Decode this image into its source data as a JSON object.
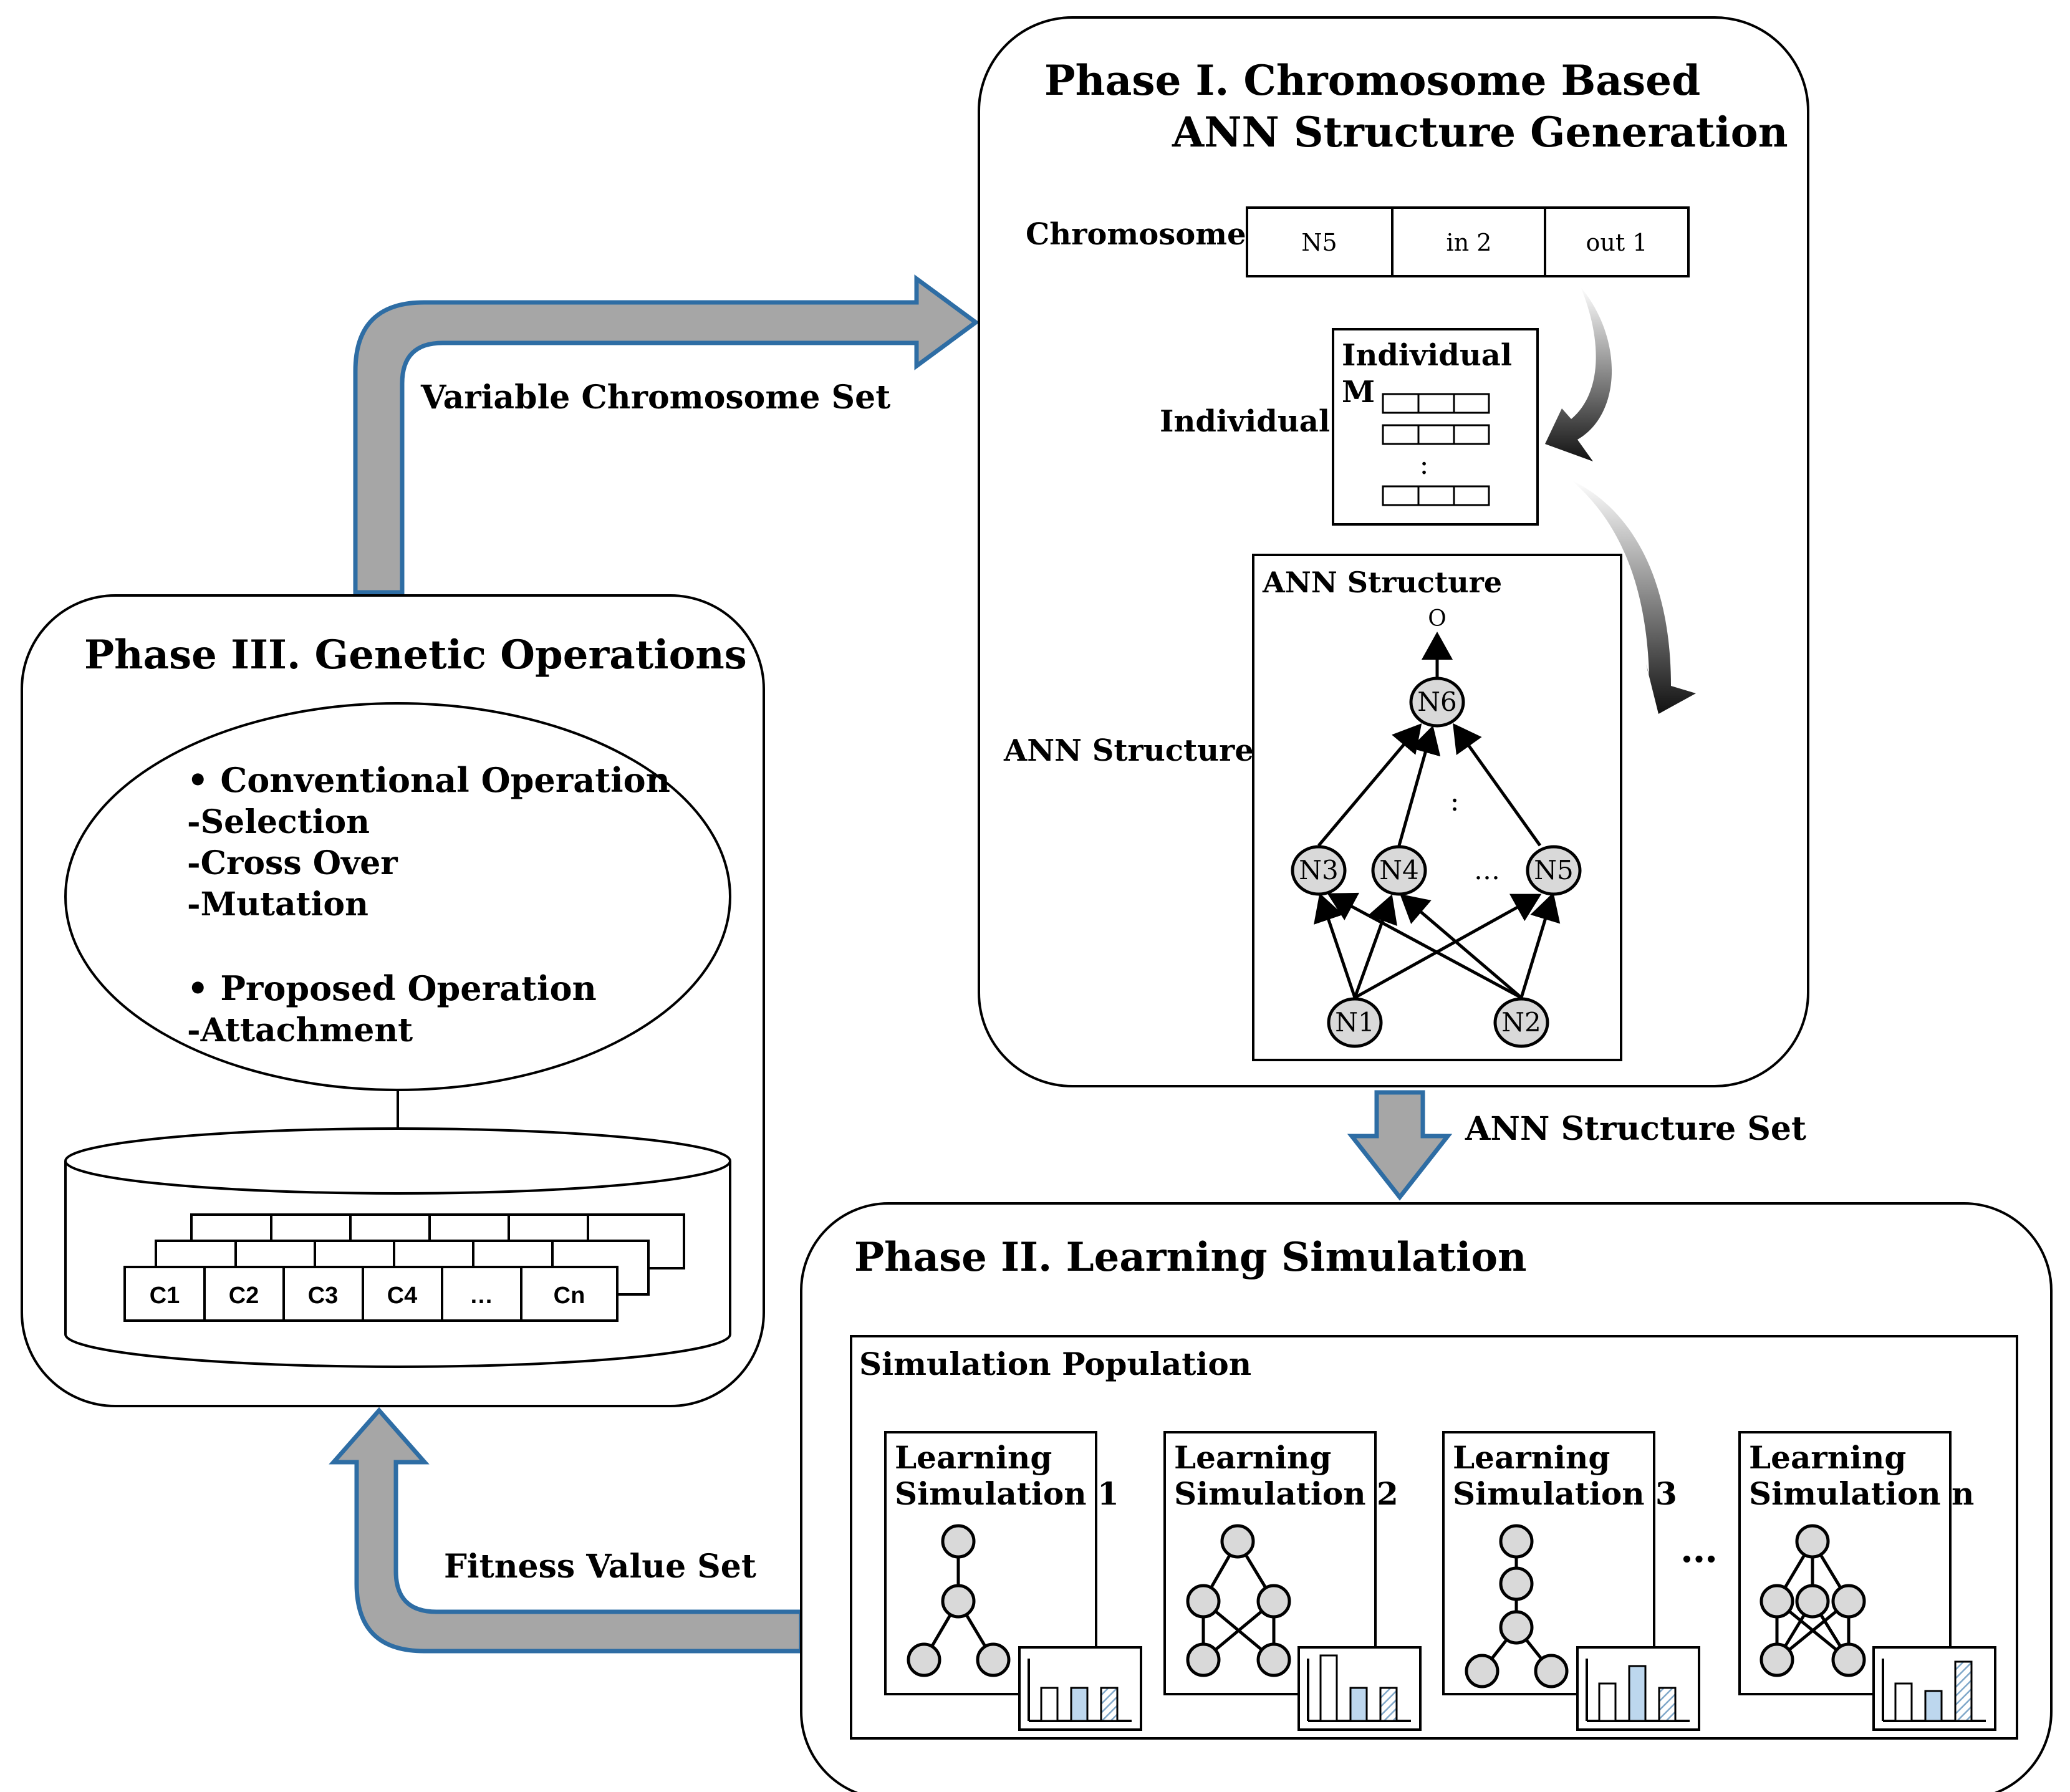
{
  "phase1": {
    "title_line1": "Phase I. Chromosome Based",
    "title_line2": "ANN Structure Generation",
    "chromosome_label": "Chromosome",
    "chromosome_cells": [
      "N5",
      "in 2",
      "out 1"
    ],
    "individual_label": "Individual",
    "individual_box_line1": "Individual",
    "individual_box_line2": "M",
    "individual_dots": ":",
    "ann_label": "ANN Structure",
    "ann_box_title": "ANN Structure",
    "output_label": "O",
    "nodes": [
      "N6",
      "N3",
      "N4",
      "N5",
      "N1",
      "N2"
    ],
    "mid_ellipsis": "…",
    "vertical_dots": ":"
  },
  "arrows": {
    "variable_chromosome_set": "Variable  Chromosome Set",
    "ann_structure_set": "ANN Structure  Set",
    "fitness_value_set": "Fitness  Value  Set"
  },
  "phase3": {
    "title": "Phase III. Genetic Operations",
    "conventional_heading": "•  Conventional  Operation",
    "conventional_items": [
      "-Selection",
      "-Cross Over",
      "-Mutation"
    ],
    "proposed_heading": "•  Proposed Operation",
    "proposed_items": [
      "-Attachment"
    ],
    "front_cells": [
      "C1",
      "C2",
      "C3",
      "C4",
      "…",
      "Cn"
    ]
  },
  "phase2": {
    "title": "Phase II. Learning Simulation",
    "population_label": "Simulation Population",
    "simulations": [
      {
        "line1": "Learning",
        "line2": "Simulation 1"
      },
      {
        "line1": "Learning",
        "line2": "Simulation 2"
      },
      {
        "line1": "Learning",
        "line2": "Simulation 3"
      },
      {
        "line1": "Learning",
        "line2": "Simulation n"
      }
    ],
    "between_ellipsis": "…"
  },
  "colors": {
    "arrow_fill": "#a6a6a6",
    "arrow_stroke": "#2e6da4",
    "node_fill": "#d9d9d9",
    "bar_blue": "#bdd7ee"
  }
}
